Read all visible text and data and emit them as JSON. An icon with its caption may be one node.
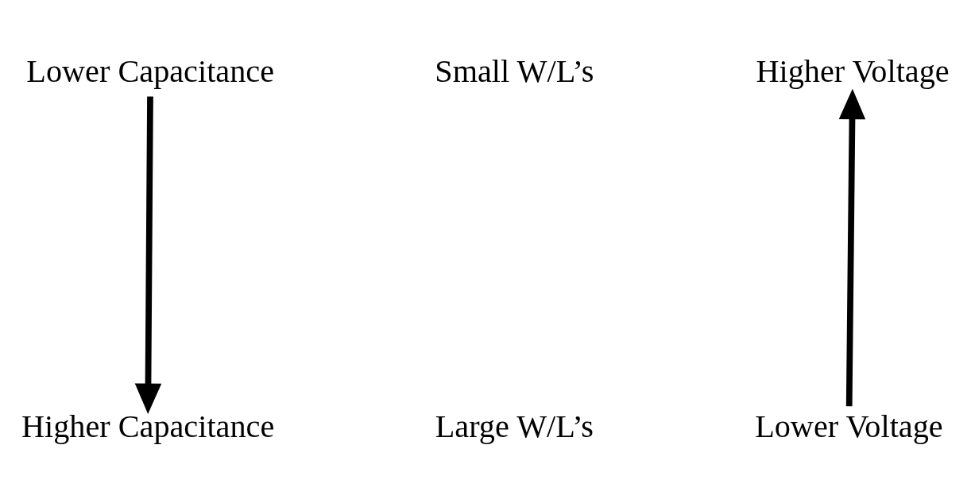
{
  "diagram": {
    "nodes": [
      {
        "text": [
          "Lower Capacitance"
        ]
      },
      {
        "text": [
          "Higher Capacitance"
        ]
      },
      {
        "text": [
          "Higher Voltage"
        ]
      },
      {
        "text": [
          "Lower Voltage"
        ]
      }
    ],
    "edges": [
      {
        "from": 0,
        "to": 1,
        "arrow": "to"
      },
      {
        "from": 3,
        "to": 2,
        "arrow": "to"
      }
    ],
    "labels": [
      "Small W/L’s",
      "Large W/L’s"
    ]
  }
}
